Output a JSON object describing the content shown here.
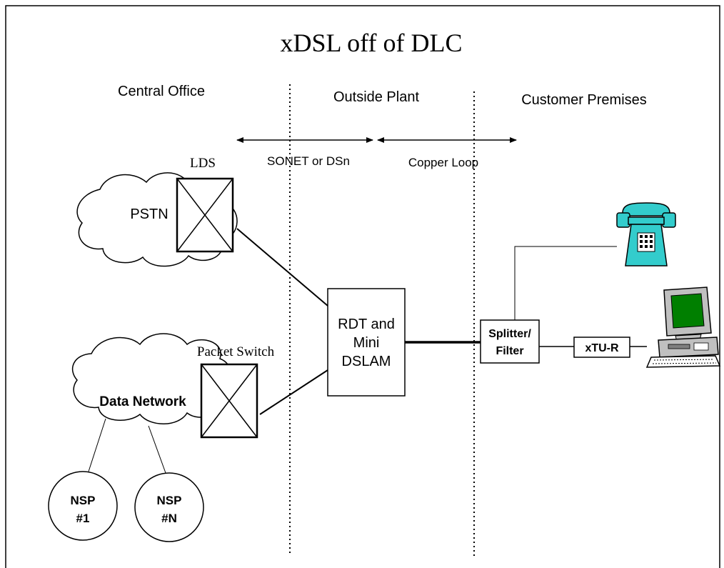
{
  "title": "xDSL off of DLC",
  "zones": {
    "central_office": "Central Office",
    "outside_plant": "Outside Plant",
    "customer_premises": "Customer Premises"
  },
  "spans": {
    "sonet": "SONET or DSn",
    "copper": "Copper Loop"
  },
  "nodes": {
    "lds": "LDS",
    "pstn": "PSTN",
    "packet_switch": "Packet Switch",
    "data_network": "Data Network",
    "nsp1_line1": "NSP",
    "nsp1_line2": "#1",
    "nspn_line1": "NSP",
    "nspn_line2": "#N",
    "rdt_line1": "RDT and",
    "rdt_line2": "Mini",
    "rdt_line3": "DSLAM",
    "splitter_line1": "Splitter/",
    "splitter_line2": "Filter",
    "xtur": "xTU-R"
  },
  "icons": {
    "phone": "telephone-icon",
    "computer": "computer-icon"
  },
  "colors": {
    "phone_body": "#33cccc",
    "screen": "#007f00",
    "monitor": "#c0c0c0"
  }
}
